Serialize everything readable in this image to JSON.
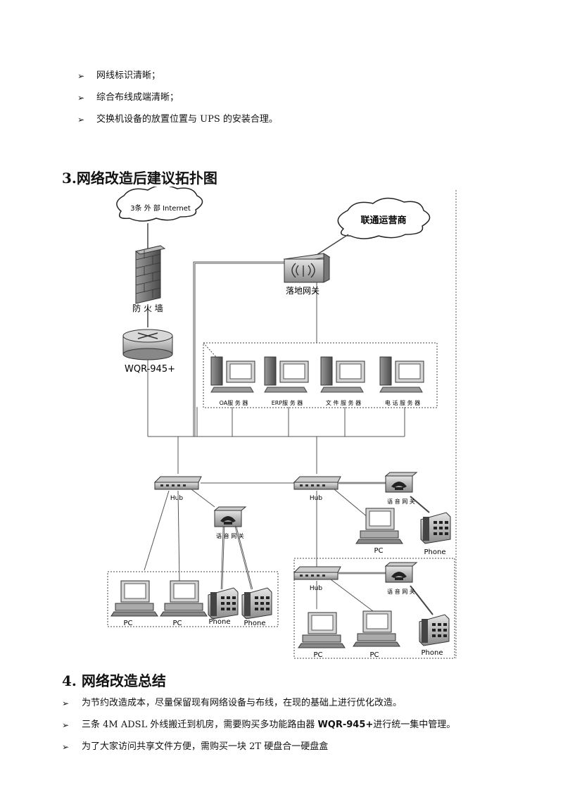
{
  "top_bullets": [
    "网线标识清晰；",
    "综合布线成端清晰；",
    "交换机设备的放置位置与 UPS 的安装合理。"
  ],
  "bullet_mark": "➢",
  "section3_title": "3.网络改造后建议拓扑图",
  "diagram": {
    "cloud_internet": "3条 外 部 Internet",
    "cloud_carrier": "联通运营商",
    "firewall_label": "防 火 墙",
    "router_label": "WQR-945+",
    "gateway_label": "落地网关",
    "servers": [
      "OA服 务 器",
      "ERP服 务 器",
      "文 件 服 务 器",
      "电 话 服 务 器"
    ],
    "hub_label": "Hub",
    "voice_gw_label": "语 音 网 关",
    "pc_label": "PC",
    "phone_label": "Phone"
  },
  "section4_title": "4. 网络改造总结",
  "bottom_bullets": [
    {
      "text": "为节约改造成本，尽量保留现有网络设备与布线，在现的基础上进行优化改造。"
    },
    {
      "text_before": "三条 4M ADSL 外线搬迁到机房，需要购买多功能路由器 ",
      "strong": "WQR-945+",
      "text_after": "进行统一集中管理。"
    },
    {
      "text": "为了大家访问共享文件方便，需购买一块 2T 硬盘合一硬盘盒"
    }
  ]
}
